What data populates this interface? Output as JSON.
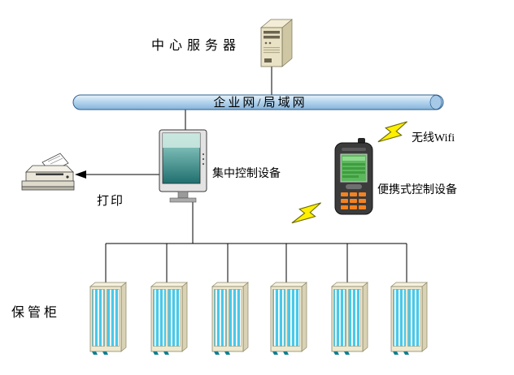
{
  "diagram": {
    "labels": {
      "central_server": "中心服务器",
      "network_bus": "企业网/局域网",
      "print": "打印",
      "central_control": "集中控制设备",
      "wifi": "无线Wifi",
      "portable_control": "便携式控制设备",
      "cabinet": "保管柜"
    },
    "colors": {
      "background": "#ffffff",
      "bus_fill": "#bcd9f0",
      "bus_stroke": "#2f5f8f",
      "connector_line": "#000000",
      "lightning_fill": "#ffef00",
      "lightning_stroke": "#6b6b00",
      "cabinet_body": "#eee8cf",
      "cabinet_slat": "#49c8e8",
      "cabinet_foot": "#0f7f8f",
      "server_body": "#e9e2c4",
      "printer_body": "#e9e5d8",
      "monitor_screen": "#2e8f8a",
      "pda_body": "#3b3b3b",
      "pda_screen": "#5cb85c",
      "pda_key": "#f5821f"
    },
    "icons": {
      "server": "tower-server-icon",
      "printer": "printer-icon",
      "monitor": "control-terminal-icon",
      "pda": "handheld-pda-icon",
      "wireless": "lightning-bolt-icon",
      "cabinet": "storage-cabinet-icon"
    },
    "cabinet_count": 6
  }
}
